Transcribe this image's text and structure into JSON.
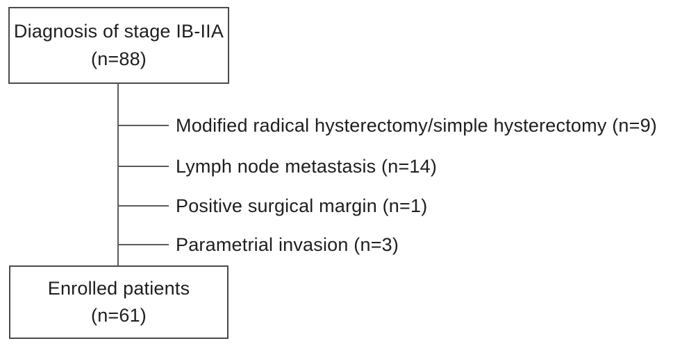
{
  "diagram": {
    "type": "patient-enrollment-flowchart",
    "top_box": {
      "line1": "Diagnosis of stage IB-IIA",
      "line2": "(n=88)"
    },
    "exclusions": [
      {
        "label": "Modified radical hysterectomy/simple hysterectomy (n=9)"
      },
      {
        "label": "Lymph node metastasis (n=14)"
      },
      {
        "label": "Positive surgical margin (n=1)"
      },
      {
        "label": "Parametrial invasion (n=3)"
      }
    ],
    "bottom_box": {
      "line1": "Enrolled patients",
      "line2": "(n=61)"
    },
    "colors": {
      "text": "#1e1e1e",
      "border": "#4a4a4a",
      "line": "#5a5a5a",
      "background": "#ffffff"
    }
  }
}
